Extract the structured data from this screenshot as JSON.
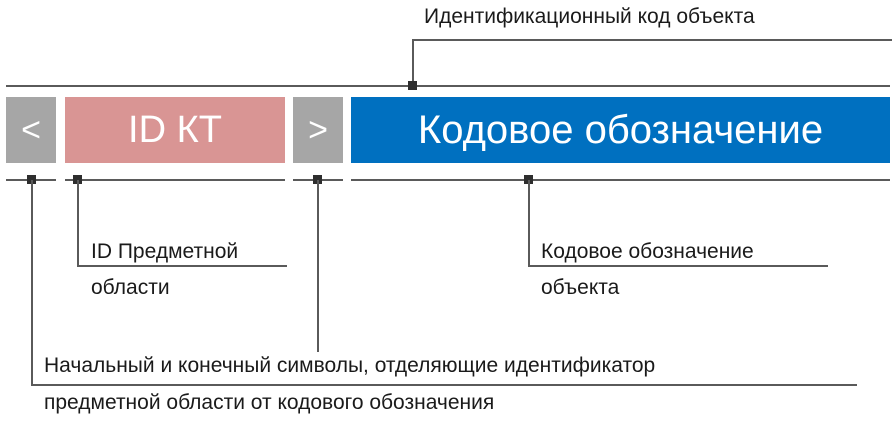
{
  "top_label": "Идентификационный код объекта",
  "segments": {
    "open_symbol": "<",
    "id_kt": "ID КТ",
    "close_symbol": ">",
    "code": "Кодовое обозначение"
  },
  "labels": {
    "domain_id": [
      "ID Предметной",
      "области"
    ],
    "code_desc": [
      "Кодовое обозначение",
      "объекта"
    ],
    "symbols_desc": [
      "Начальный и конечный символы, отделяющие идентификатор",
      "предметной области от кодового обозначения"
    ]
  },
  "colors": {
    "bracket_box": "#a6a6a6",
    "id_box": "#d99594",
    "code_box": "#0070c0"
  }
}
